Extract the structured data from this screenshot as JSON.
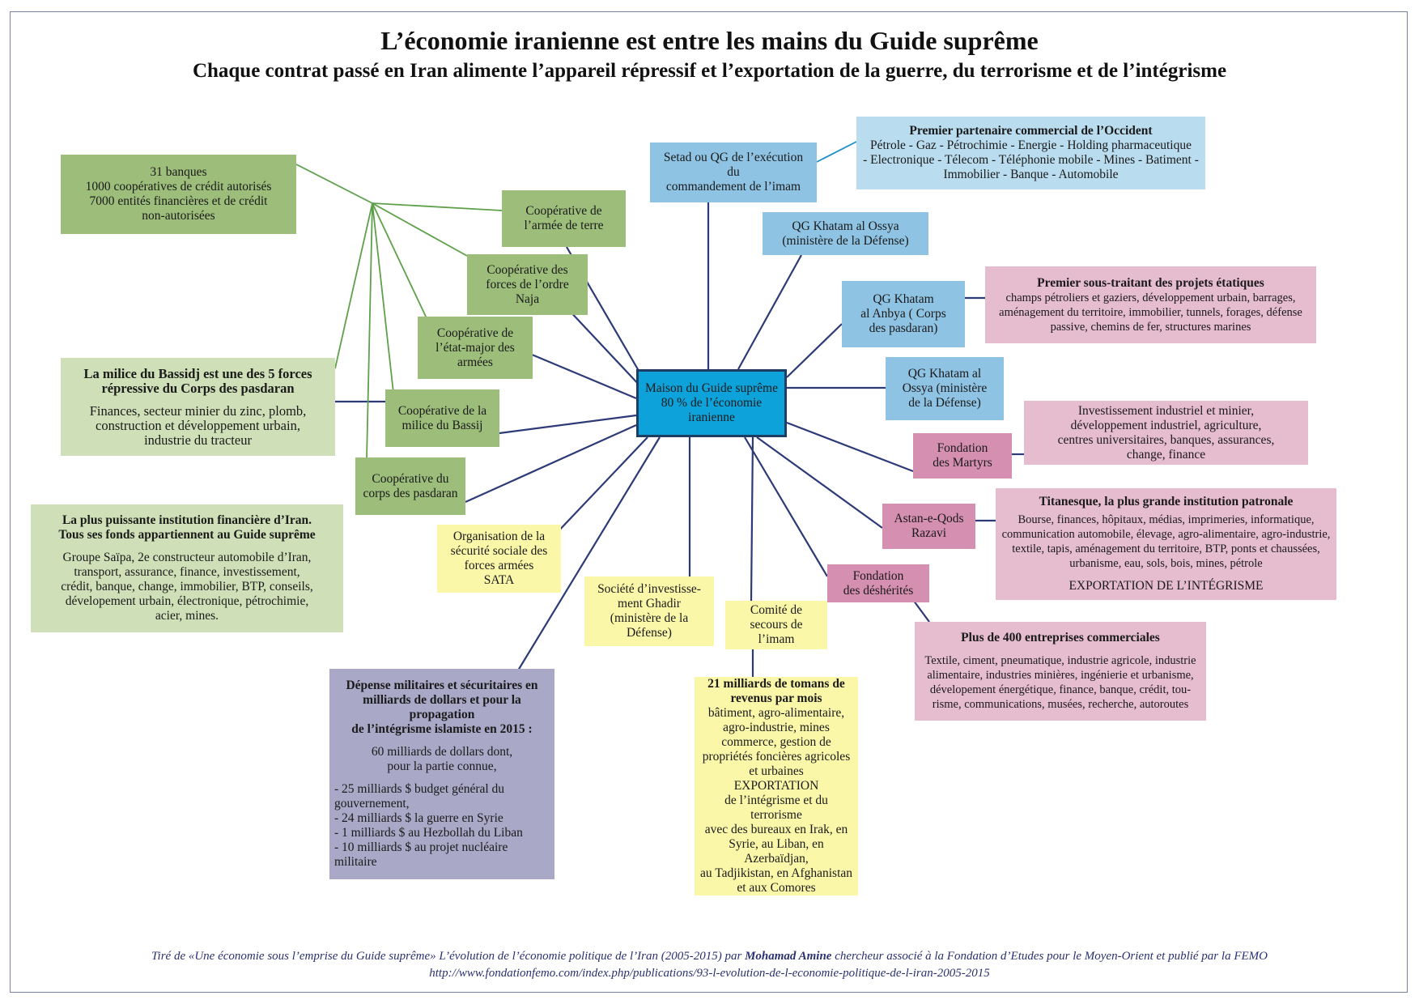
{
  "title": "L’économie iranienne est entre les mains du Guide suprême",
  "subtitle": "Chaque contrat passé en Iran alimente l’appareil répressif et l’exportation de la guerre, du terrorisme et de l’intégrisme",
  "colors": {
    "frame": "#7b7f9e",
    "line_blue": "#2d3a78",
    "line_green": "#5fa04a",
    "center": "#0ea2da"
  },
  "center": {
    "text": "Maison du Guide suprême\n80 % de l’économie\niranienne"
  },
  "nodes": {
    "banks": {
      "text": "31 banques\n1000 coopératives de crédit autorisés\n7000 entités financières et de crédit\nnon-autorisées"
    },
    "coop_terre": {
      "text": "Coopérative de\nl’armée de terre"
    },
    "coop_naja": {
      "text": "Coopérative des\nforces de l’ordre\nNaja"
    },
    "coop_etat_major": {
      "text": "Coopérative de\nl’état-major des\narmées"
    },
    "coop_bassij": {
      "text": "Coopérative de la\nmilice du Bassij"
    },
    "coop_pasdaran": {
      "text": "Coopérative du\ncorps des pasdaran"
    },
    "bassij_info": {
      "head": "La milice du Bassidj est une des 5 forces\nrépressive du Corps des pasdaran",
      "body": "Finances, secteur minier du zinc, plomb,\nconstruction et développement urbain,\nindustrie du tracteur"
    },
    "pasdaran_info": {
      "head": "La plus puissante institution financière d’Iran.\nTous ses fonds appartiennent au Guide suprême",
      "body": "Groupe Saïpa, 2e constructeur automobile d’Iran,\ntransport, assurance, finance, investissement,\ncrédit, banque, change, immobilier, BTP, conseils,\ndévelopement urbain, électronique, pétrochimie,\nacier, mines."
    },
    "setad": {
      "text": "Setad ou QG de l’exécution\ndu\ncommandement de l’imam"
    },
    "partner": {
      "head": "Premier partenaire commercial de l’Occident",
      "body": "Pétrole - Gaz - Pétrochimie - Energie - Holding pharmaceutique\n- Electronique - Télecom - Téléphonie mobile - Mines - Batiment -\nImmobilier - Banque - Automobile"
    },
    "khatam_ossya_top": {
      "text": "QG Khatam al Ossya\n(ministère de la Défense)"
    },
    "khatam_anbya": {
      "text": "QG Khatam\nal Anbya ( Corps\ndes pasdaran)"
    },
    "subcontractor": {
      "head": "Premier sous-traitant des projets étatiques",
      "body": "champs pétroliers et gaziers, développement urbain, barrages,\naménagement du territoire, immobilier, tunnels, forages, défense\npassive, chemins de fer, structures marines"
    },
    "khatam_ossya_mid": {
      "text": "QG Khatam al\nOssya (ministère\nde la Défense)"
    },
    "martyrs": {
      "text": "Fondation\ndes Martyrs"
    },
    "martyrs_info": {
      "text": "Investissement industriel et minier,\ndéveloppement industriel, agriculture,\ncentres universitaires, banques, assurances,\nchange, finance"
    },
    "astan": {
      "text": "Astan-e-Qods\nRazavi"
    },
    "astan_info": {
      "head": "Titanesque, la plus grande institution patronale",
      "body": "Bourse, finances, hôpitaux, médias, imprimeries, informatique,\ncommunication automobile, élevage, agro-alimentaire, agro-industrie,\ntextile, tapis, aménagement du territoire, BTP, ponts et chaussées,\nurbanisme, eau, sols, bois, mines, pétrole",
      "extra": "EXPORTATION DE L’INTÉGRISME"
    },
    "desherites": {
      "text": "Fondation\ndes déshérités"
    },
    "desherites_info": {
      "head": "Plus de 400 entreprises commerciales",
      "body": "Textile, ciment, pneumatique, industrie agricole, industrie\nalimentaire, industries minières, ingénierie et urbanisme,\ndévelopement énergétique, finance, banque, crédit, tou-\nrisme, communications, musées, recherche, autoroutes"
    },
    "comite": {
      "text": "Comité de\nsecours de\nl’imam"
    },
    "comite_info": {
      "head": "21 milliards de tomans de\nrevenus par mois",
      "body": "bâtiment, agro-alimentaire,\nagro-industrie, mines\ncommerce, gestion de\npropriétés foncières agricoles\net urbaines",
      "extra": "EXPORTATION\nde l’intégrisme et du terrorisme\navec des bureaux en Irak, en\nSyrie, au Liban, en Azerbaïdjan,\nau Tadjikistan, en Afghanistan\net aux Comores"
    },
    "ghadir": {
      "text": "Société d’investisse-\nment Ghadir\n(ministère de la\nDéfense)"
    },
    "sata": {
      "text": "Organisation de la\nsécurité sociale des\nforces armées\nSATA"
    },
    "military": {
      "head": "Dépense militaires et sécuritaires en\nmilliards de dollars et pour la propagation\nde l’intégrisme islamiste en 2015 :",
      "intro": "60 milliards de dollars dont,\npour la partie connue,",
      "items": "- 25 milliards $ budget général du\ngouvernement,\n- 24 milliards $ la guerre en Syrie\n- 1 milliards $ au Hezbollah du Liban\n- 10 milliards $ au projet nucléaire\nmilitaire"
    }
  },
  "footer": {
    "prefix": "Tiré de «Une économie sous l’emprise du Guide suprême» L’évolution de l’économie politique de l’Iran (2005-2015) par ",
    "author": "Mohamad Amine",
    "suffix": " chercheur associé à la Fondation d’Etudes pour le Moyen-Orient et publié par la FEMO",
    "url": "http://www.fondationfemo.com/index.php/publications/93-l-evolution-de-l-economie-politique-de-l-iran-2005-2015"
  }
}
